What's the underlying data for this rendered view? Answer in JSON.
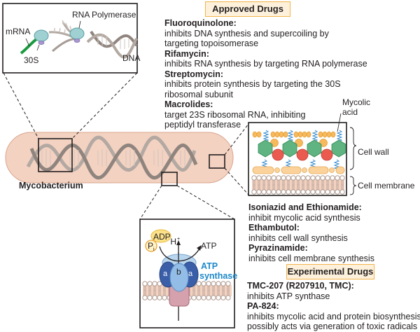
{
  "approved_drugs": {
    "header": "Approved Drugs",
    "items": [
      {
        "name": "Fluoroquinolone:",
        "desc": [
          "inhibits DNA synthesis and supercoiling by",
          "targeting topoisomerase"
        ]
      },
      {
        "name": "Rifamycin:",
        "desc": [
          "inhibits RNA synthesis by targeting RNA polymerase"
        ]
      },
      {
        "name": "Streptomycin:",
        "desc": [
          "inhibits protein synthesis by targeting the 30S",
          "ribosomal subunit"
        ]
      },
      {
        "name": "Macrolides:",
        "desc": [
          "target 23S ribosomal RNA, inhibiting",
          "peptidyl transferase"
        ]
      }
    ]
  },
  "cell_wall_drugs": {
    "items": [
      {
        "name": "Isoniazid and Ethionamide:",
        "desc": [
          "inhibit mycolic acid synthesis"
        ]
      },
      {
        "name": "Ethambutol:",
        "desc": [
          "inhibits cell wall synthesis"
        ]
      },
      {
        "name": "Pyrazinamide:",
        "desc": [
          "inhibits cell membrane synthesis"
        ]
      }
    ]
  },
  "experimental_drugs": {
    "header": "Experimental Drugs",
    "items": [
      {
        "name": "TMC-207 (R207910, TMC):",
        "desc": [
          "inhibits ATP synthase"
        ]
      },
      {
        "name": "PA-824:",
        "desc": [
          "inhibits mycolic acid and protein biosynthesis;",
          "possibly acts via generation of toxic radicals"
        ]
      }
    ]
  },
  "transcription_inset": {
    "labels": {
      "mrna": "mRNA",
      "rna_polymerase": "RNA Polymerase",
      "ribosome": "30S",
      "dna": "DNA"
    }
  },
  "cell_envelope_inset": {
    "labels": {
      "mycolic_acid_1": "Mycolic",
      "mycolic_acid_2": "acid",
      "cell_wall": "Cell wall",
      "cell_membrane": "Cell membrane"
    }
  },
  "atp_inset": {
    "labels": {
      "adp": "ADP",
      "pi": "P",
      "pi_sub": "i",
      "h_plus": "H",
      "h_sup": "+",
      "atp": "ATP",
      "subunit_a": "a",
      "subunit_b": "b",
      "synthase_1": "ATP",
      "synthase_2": "synthase"
    }
  },
  "organism_label": "Mycobacterium",
  "colors": {
    "bacterium_fill": "#f3d2c1",
    "bacterium_stroke": "#d9a48c",
    "badge_fill": "#fdf1dc",
    "badge_border": "#f3b34a",
    "hexagon": "#5fb481",
    "red_circle": "#ea5a4f",
    "orange": "#f7b95d",
    "atp_blue": "#1e88c8"
  }
}
